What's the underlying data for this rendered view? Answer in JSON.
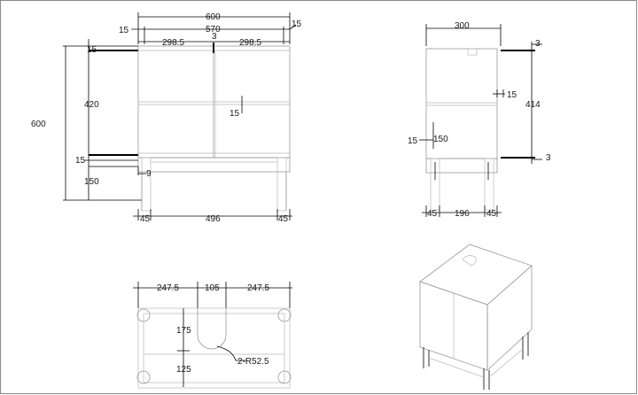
{
  "front_view": {
    "overall_width": "600",
    "inner_width": "570",
    "door_left": "298.5",
    "door_right": "298.5",
    "gap": "3",
    "side_left": "15",
    "side_right": "15",
    "overall_height": "600",
    "top_thickness": "15",
    "carcass_height": "420",
    "bottom_thickness": "15",
    "leg_height": "150",
    "leg_width_left": "45",
    "leg_spacing": "496",
    "leg_width_right": "45",
    "handle_offset": "15",
    "foot_offset": "9"
  },
  "side_view": {
    "depth": "300",
    "top_gap": "3",
    "shelf_offset": "15",
    "inner_height": "414",
    "bottom_gap": "3",
    "back_offset": "15",
    "leg_height": "150",
    "leg_left": "45",
    "leg_spacing": "196",
    "leg_right": "45"
  },
  "plan_view": {
    "left": "247.5",
    "cutout": "105",
    "right": "247.5",
    "depth_a": "175",
    "depth_b": "125",
    "radius": "2-R52.5"
  }
}
